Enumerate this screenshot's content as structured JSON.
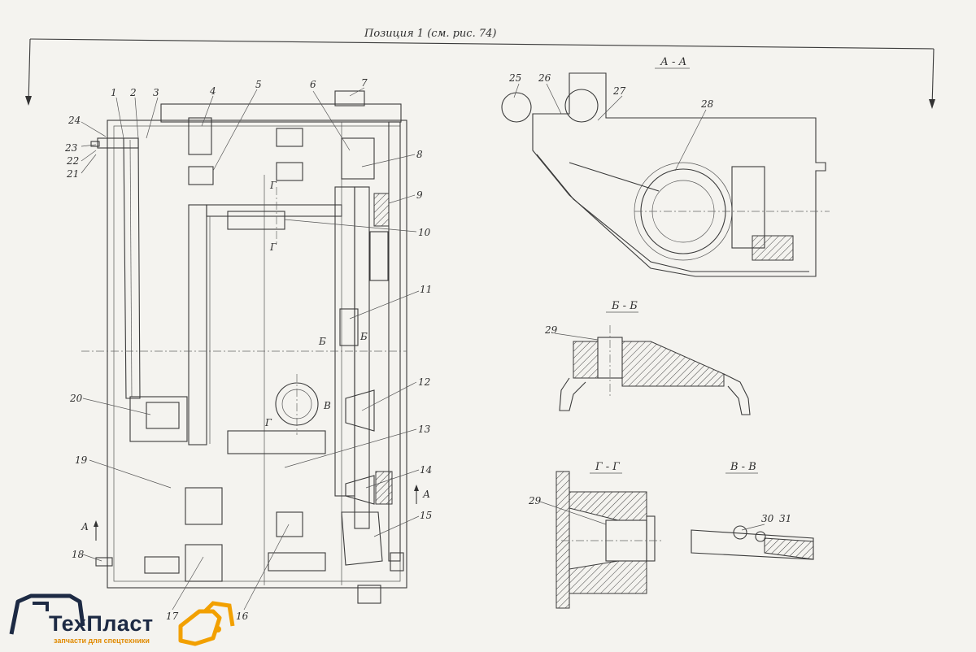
{
  "header": {
    "position_caption": "Позиция 1 (см. рис. 74)"
  },
  "sections": {
    "aa": "А - А",
    "bb": "Б - Б",
    "gg": "Г - Г",
    "vv": "В - В"
  },
  "markers": {
    "a_left": "А",
    "a_right": "А",
    "b_left": "Б",
    "b_right": "Б",
    "v": "В",
    "g_top": "Г",
    "g_bottom": "Г",
    "g_lower": "Г"
  },
  "callouts": [
    "1",
    "2",
    "3",
    "4",
    "5",
    "6",
    "7",
    "8",
    "9",
    "10",
    "11",
    "12",
    "13",
    "14",
    "15",
    "16",
    "17",
    "18",
    "19",
    "20",
    "21",
    "22",
    "23",
    "24",
    "25",
    "26",
    "27",
    "28",
    "29",
    "29",
    "30",
    "31"
  ],
  "logo": {
    "name": "ТехПласт",
    "tagline": "запчасти для спецтехники",
    "colors": {
      "navy": "#1d2a44",
      "orange": "#f2a000"
    }
  }
}
